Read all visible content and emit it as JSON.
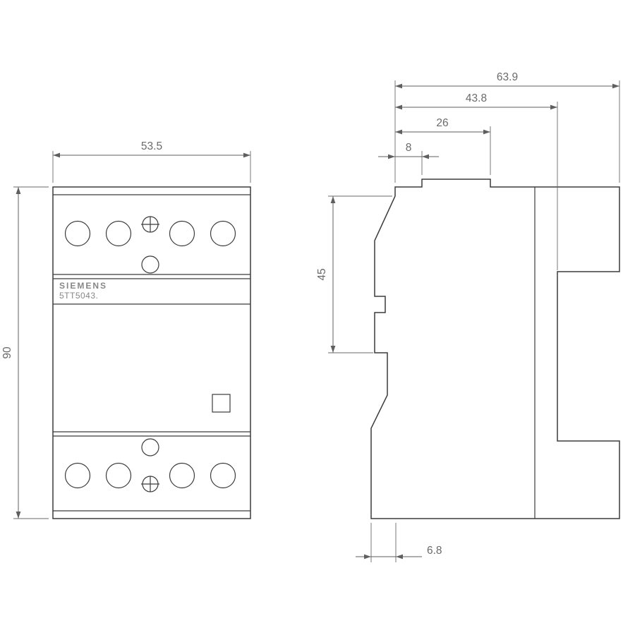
{
  "device": {
    "brand": "SIEMENS",
    "model": "5TT5043."
  },
  "front_view": {
    "width_label": "53.5",
    "height_label": "90"
  },
  "side_view": {
    "total_depth_label": "63.9",
    "rail_depth_label": "43.8",
    "upper_depth_label": "26",
    "front_step_label": "8",
    "front_height_label": "45",
    "bottom_offset_label": "6.8"
  },
  "colors": {
    "body_line": "#3b3b3b",
    "dimension_line": "#5f5f5f",
    "dimension_text": "#6a6a6a",
    "label_text": "#878787",
    "background": "#ffffff"
  }
}
